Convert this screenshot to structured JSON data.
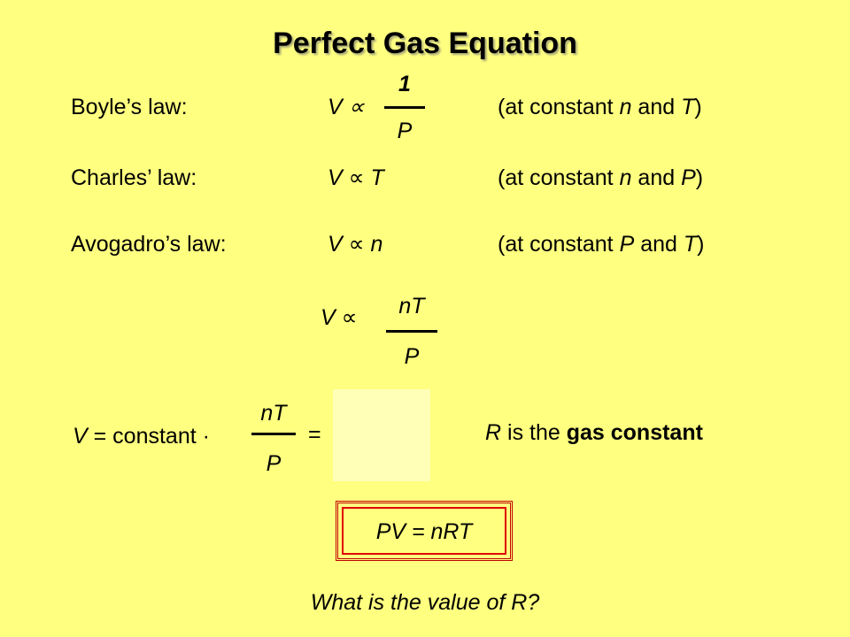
{
  "title": "Perfect Gas Equation",
  "laws": [
    {
      "label": "Boyle’s law:",
      "lhs": "V ∝",
      "num": "1",
      "den": "P",
      "cond_pre": "(at constant ",
      "cond_a": "n",
      "cond_mid": " and ",
      "cond_b": "T",
      "cond_post": ")"
    },
    {
      "label": "Charles’ law:",
      "expr_v": "V",
      "expr_sym": " ∝ ",
      "expr_r": "T",
      "cond_pre": "(at constant ",
      "cond_a": "n",
      "cond_mid": " and ",
      "cond_b": "P",
      "cond_post": ")"
    },
    {
      "label": "Avogadro’s law:",
      "expr_v": "V",
      "expr_sym": " ∝ ",
      "expr_r": "n",
      "cond_pre": "(at constant ",
      "cond_a": "P",
      "cond_mid": " and ",
      "cond_b": "T",
      "cond_post": ")"
    }
  ],
  "combined": {
    "lhs_v": "V",
    "lhs_sym": " ∝",
    "num": "nT",
    "den": "P"
  },
  "constant_eq": {
    "lhs_v": "V",
    "lhs_text": " = constant ·",
    "num": "nT",
    "den": "P",
    "equals": "="
  },
  "gas_constant_note": {
    "r": "R",
    "text": " is the ",
    "bold": "gas constant"
  },
  "result": "PV = nRT",
  "question": "What is the value of R?"
}
